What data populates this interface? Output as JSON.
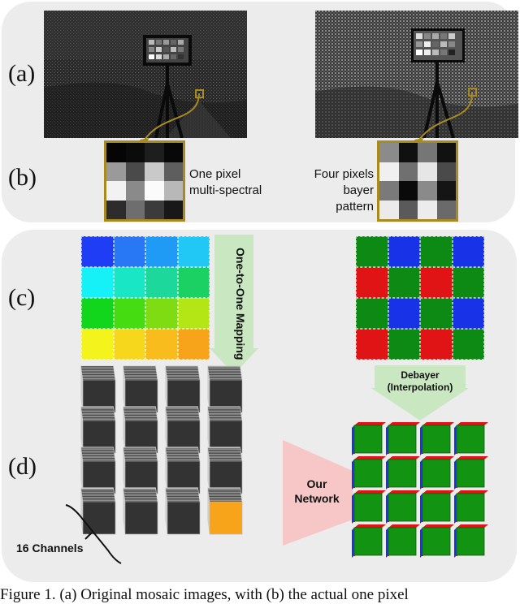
{
  "labels": {
    "a": "(a)",
    "b": "(b)",
    "c": "(c)",
    "d": "(d)"
  },
  "desc_left": [
    "One pixel",
    "multi-spectral"
  ],
  "desc_right": [
    "Four pixels",
    "bayer pattern"
  ],
  "mapping_text": "One-to-One Mapping",
  "debayer_text": [
    "Debayer",
    "(Interpolation)"
  ],
  "network_text": [
    "Our",
    "Network"
  ],
  "channels_text": "16 Channels",
  "caption": "Figure 1. (a) Original mosaic images, with (b) the actual one pixel",
  "gray_patch_left": [
    "#050505",
    "#0b0b0b",
    "#1e1e1e",
    "#080808",
    "#9a9a9a",
    "#4a4a4a",
    "#c9c9c9",
    "#5e5e5e",
    "#f2f2f2",
    "#8a8a8a",
    "#fbfbfb",
    "#b8b8b8",
    "#2c2c2c",
    "#6e6e6e",
    "#3b3b3b",
    "#181818"
  ],
  "gray_patch_right": [
    "#8b8b8b",
    "#101010",
    "#767676",
    "#111111",
    "#f0f0f0",
    "#707070",
    "#e6e6e6",
    "#4a4a4a",
    "#7a7a7a",
    "#0a0a0a",
    "#8a8a8a",
    "#151515",
    "#ebebeb",
    "#5a5a5a",
    "#ececec",
    "#6a6a6a"
  ],
  "spectral_colors": [
    "#1f3df5",
    "#2878f5",
    "#1f9af5",
    "#21c7f5",
    "#16f1f7",
    "#19e6c3",
    "#1cd89a",
    "#1cd164",
    "#11d61b",
    "#45dd11",
    "#7fdc12",
    "#b4e616",
    "#f2f41c",
    "#f6d71c",
    "#f8bd1c",
    "#f8a41a"
  ],
  "bayer_colors": [
    "#0c8a14",
    "#1832e8",
    "#0c8a14",
    "#1832e8",
    "#e01414",
    "#0c8a14",
    "#e01414",
    "#0c8a14",
    "#0c8a14",
    "#1832e8",
    "#0c8a14",
    "#1832e8",
    "#e01414",
    "#0c8a14",
    "#e01414",
    "#0c8a14"
  ],
  "colors": {
    "gold": "#a88a1e",
    "arrow_green": "#c9e7c1",
    "arrow_pink": "#f7c6c6",
    "panel": "#ececec",
    "cube_front": "#333333",
    "cube_green": "#129312"
  }
}
